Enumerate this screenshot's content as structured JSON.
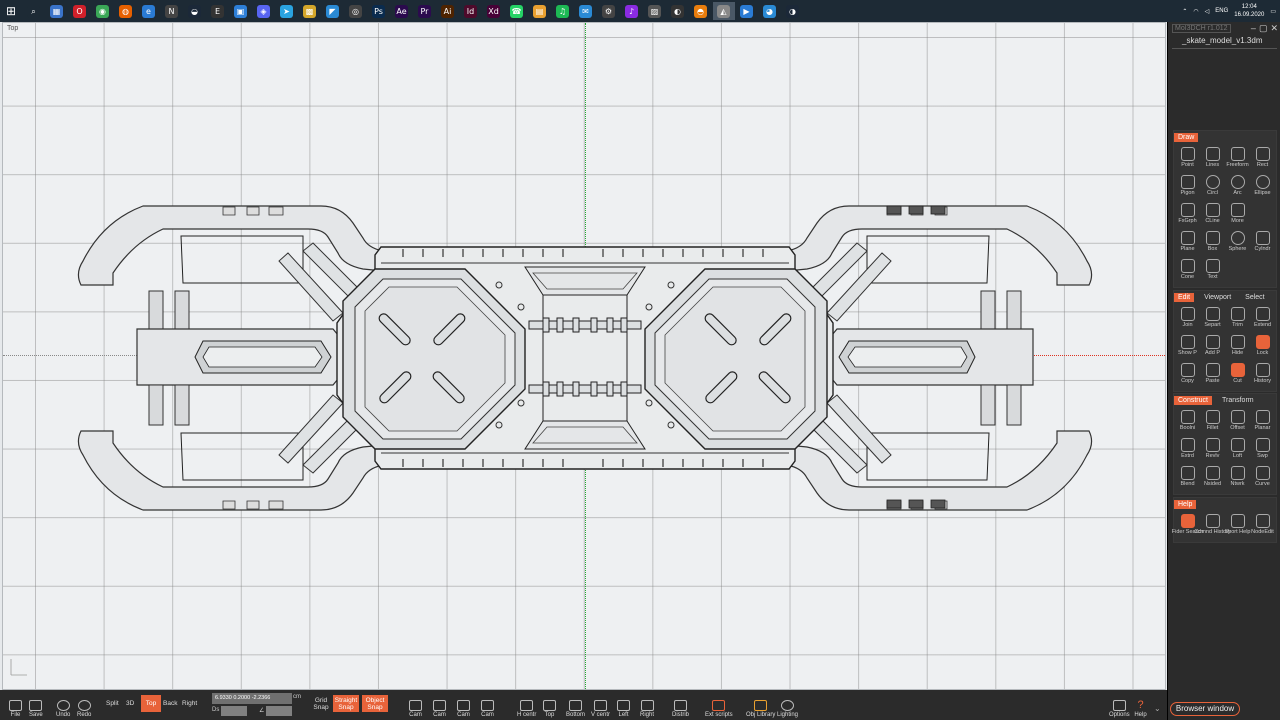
{
  "taskbar": {
    "icons": [
      {
        "name": "search-icon",
        "glyph": "⌕",
        "color": "#1d2a35"
      },
      {
        "name": "calculator-icon",
        "glyph": "▦",
        "color": "#3a73c9"
      },
      {
        "name": "opera-icon",
        "glyph": "O",
        "color": "#d0202a"
      },
      {
        "name": "chrome-icon",
        "glyph": "◉",
        "color": "#3aa757"
      },
      {
        "name": "firefox-icon",
        "glyph": "◍",
        "color": "#e66000"
      },
      {
        "name": "edge-icon",
        "glyph": "e",
        "color": "#2a7bd4"
      },
      {
        "name": "notion-icon",
        "glyph": "N",
        "color": "#444"
      },
      {
        "name": "steam-icon",
        "glyph": "◒",
        "color": "#1b2838"
      },
      {
        "name": "epic-icon",
        "glyph": "E",
        "color": "#333"
      },
      {
        "name": "app-icon",
        "glyph": "▣",
        "color": "#2d7fd8"
      },
      {
        "name": "discord-icon",
        "glyph": "◈",
        "color": "#5865f2"
      },
      {
        "name": "telegram-icon",
        "glyph": "➤",
        "color": "#2aa3e0"
      },
      {
        "name": "gallery-icon",
        "glyph": "▩",
        "color": "#d4a62a"
      },
      {
        "name": "vscode-icon",
        "glyph": "◤",
        "color": "#2a8ad4"
      },
      {
        "name": "obs-icon",
        "glyph": "◎",
        "color": "#444"
      },
      {
        "name": "photoshop-icon",
        "glyph": "Ps",
        "color": "#0a2b4e"
      },
      {
        "name": "after-effects-icon",
        "glyph": "Ae",
        "color": "#2b0a4e"
      },
      {
        "name": "premiere-icon",
        "glyph": "Pr",
        "color": "#2b0a4e"
      },
      {
        "name": "illustrator-icon",
        "glyph": "Ai",
        "color": "#4e2300"
      },
      {
        "name": "indesign-icon",
        "glyph": "Id",
        "color": "#4e0a2b"
      },
      {
        "name": "xd-icon",
        "glyph": "Xd",
        "color": "#470137"
      },
      {
        "name": "whatsapp-icon",
        "glyph": "☎",
        "color": "#25d366"
      },
      {
        "name": "files-icon",
        "glyph": "▤",
        "color": "#e8a030"
      },
      {
        "name": "spotify-icon",
        "glyph": "♫",
        "color": "#1db954"
      },
      {
        "name": "messenger-icon",
        "glyph": "✉",
        "color": "#2a8ad4"
      },
      {
        "name": "tool-icon",
        "glyph": "⚙",
        "color": "#444"
      },
      {
        "name": "music-icon",
        "glyph": "♪",
        "color": "#8a2be2"
      },
      {
        "name": "images-icon",
        "glyph": "▨",
        "color": "#555"
      },
      {
        "name": "obj-icon",
        "glyph": "◐",
        "color": "#333"
      },
      {
        "name": "blender-icon",
        "glyph": "◓",
        "color": "#e87d0d"
      },
      {
        "name": "moi-icon",
        "glyph": "◭",
        "color": "#888"
      },
      {
        "name": "arrow-app-icon",
        "glyph": "▶",
        "color": "#2a7bd4"
      },
      {
        "name": "browser-icon",
        "glyph": "◕",
        "color": "#2a8ad4"
      },
      {
        "name": "steam2-icon",
        "glyph": "◑",
        "color": "#1b2838"
      }
    ],
    "lang": "ENG",
    "time": "12:04",
    "date": "16.09.2020"
  },
  "viewport": {
    "label": "Top"
  },
  "panel": {
    "app_title": "MoI3DCH r1.012",
    "file_name": "_skate_model_v1.3dm",
    "draw": {
      "tab": "Draw",
      "tools": [
        {
          "label": "Point",
          "icon": "point-icon"
        },
        {
          "label": "Lines",
          "icon": "line-icon"
        },
        {
          "label": "Freeform",
          "icon": "freeform-icon"
        },
        {
          "label": "Rect",
          "icon": "rect-icon"
        },
        {
          "label": "Pigon",
          "icon": "polygon-icon"
        },
        {
          "label": "Circl",
          "icon": "circle-icon"
        },
        {
          "label": "Arc",
          "icon": "arc-icon"
        },
        {
          "label": "Ellipse",
          "icon": "ellipse-icon"
        },
        {
          "label": "FxGrph",
          "icon": "graph-icon"
        },
        {
          "label": "CLine",
          "icon": "cline-icon"
        },
        {
          "label": "More",
          "icon": "more-icon"
        },
        {
          "label": "",
          "icon": ""
        },
        {
          "label": "Plane",
          "icon": "plane-icon"
        },
        {
          "label": "Box",
          "icon": "box-icon"
        },
        {
          "label": "Sphere",
          "icon": "sphere-icon"
        },
        {
          "label": "Cylndr",
          "icon": "cylinder-icon"
        },
        {
          "label": "Cone",
          "icon": "cone-icon"
        },
        {
          "label": "Text",
          "icon": "text-icon"
        }
      ]
    },
    "edit": {
      "tabs": [
        "Edit",
        "Viewport",
        "Select"
      ],
      "tools": [
        {
          "label": "Join",
          "icon": "join-icon"
        },
        {
          "label": "Separt",
          "icon": "separate-icon"
        },
        {
          "label": "Trim",
          "icon": "trim-icon"
        },
        {
          "label": "Extend",
          "icon": "extend-icon"
        },
        {
          "label": "Show P",
          "icon": "show-points-icon"
        },
        {
          "label": "Add P",
          "icon": "add-point-icon"
        },
        {
          "label": "Hide",
          "icon": "hide-icon"
        },
        {
          "label": "Lock",
          "icon": "lock-icon"
        },
        {
          "label": "Copy",
          "icon": "copy-icon"
        },
        {
          "label": "Paste",
          "icon": "paste-icon"
        },
        {
          "label": "Cut",
          "icon": "cut-icon"
        },
        {
          "label": "History",
          "icon": "history-icon"
        }
      ]
    },
    "construct": {
      "tabs": [
        "Construct",
        "Transform"
      ],
      "tools": [
        {
          "label": "Boolni",
          "icon": "boolean-icon"
        },
        {
          "label": "Fillet",
          "icon": "fillet-icon"
        },
        {
          "label": "Offset",
          "icon": "offset-icon"
        },
        {
          "label": "Planar",
          "icon": "planar-icon"
        },
        {
          "label": "Extrd",
          "icon": "extrude-icon"
        },
        {
          "label": "Revlv",
          "icon": "revolve-icon"
        },
        {
          "label": "Loft",
          "icon": "loft-icon"
        },
        {
          "label": "Swp",
          "icon": "sweep-icon"
        },
        {
          "label": "Blend",
          "icon": "blend-icon"
        },
        {
          "label": "Nsided",
          "icon": "nsided-icon"
        },
        {
          "label": "Ntwrk",
          "icon": "network-icon"
        },
        {
          "label": "Curve",
          "icon": "curve-icon"
        }
      ]
    },
    "help": {
      "tab": "Help",
      "tools": [
        {
          "label": "Fider Search",
          "icon": "finder-icon"
        },
        {
          "label": "Comnd History",
          "icon": "command-history-icon"
        },
        {
          "label": "Short Help",
          "icon": "short-help-icon"
        },
        {
          "label": "NodeEdit",
          "icon": "node-edit-icon"
        }
      ]
    }
  },
  "bottombar": {
    "file": "File",
    "save": "Save",
    "undo": "Undo",
    "redo": "Redo",
    "views": [
      {
        "label": "Split",
        "active": false
      },
      {
        "label": "3D",
        "active": false
      },
      {
        "label": "Top",
        "active": true
      },
      {
        "label": "Back",
        "active": false
      },
      {
        "label": "Right",
        "active": false
      }
    ],
    "coords": "6.9330  0.2000  -2.2366",
    "unit": "cm",
    "ds_label": "Ds",
    "angle_label": "∠",
    "grid_snap": "Grid Snap",
    "straight_snap": "Straight Snap",
    "object_snap": "Object Snap",
    "cams": [
      "Cam",
      "Cam",
      "Cam",
      "Cam"
    ],
    "align": [
      {
        "label": "H centr",
        "icon": "h-center-icon"
      },
      {
        "label": "Top",
        "icon": "align-top-icon"
      },
      {
        "label": "Bottom",
        "icon": "align-bottom-icon"
      },
      {
        "label": "V centr",
        "icon": "v-center-icon"
      },
      {
        "label": "Left",
        "icon": "align-left-icon"
      },
      {
        "label": "Right",
        "icon": "align-right-icon"
      }
    ],
    "distrib": "Distrib",
    "ext_scripts": "Ext scripts",
    "obj_library": "Obj Library",
    "lighting": "Lighting",
    "options": "Options",
    "help": "Help",
    "browser_window": "Browser window"
  },
  "colors": {
    "accent": "#e8633a",
    "panel_bg": "#2b2b2b",
    "viewport_bg": "#eef0f2",
    "y_axis": "#22aa33",
    "x_axis": "#dd3322"
  }
}
